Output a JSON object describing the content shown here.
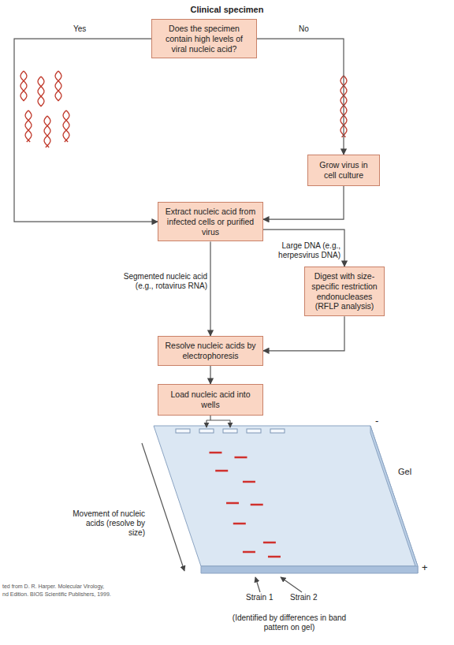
{
  "diagram": {
    "title": "Clinical specimen",
    "nodes": [
      {
        "text": [
          "Does the specimen contain high levels of viral nucleic acid?"
        ]
      },
      {
        "text": [
          "Grow virus in cell culture"
        ]
      },
      {
        "text": [
          "Extract nucleic acid from infected cells or purified virus"
        ]
      },
      {
        "text": [
          "Digest with size-specific restriction endonucleases (RFLP analysis)"
        ]
      },
      {
        "text": [
          "Resolve nucleic acids by electrophoresis"
        ]
      },
      {
        "text": [
          "Load nucleic acid into wells"
        ]
      }
    ],
    "edges": [
      {
        "from": 0,
        "to": 2,
        "arrow": "to",
        "label": "Yes"
      },
      {
        "from": 0,
        "to": 1,
        "arrow": "to",
        "label": "No"
      },
      {
        "from": 1,
        "to": 2,
        "arrow": "to"
      },
      {
        "from": 2,
        "to": 3,
        "arrow": "to",
        "label": "Large DNA (e.g., herpesvirus DNA)"
      },
      {
        "from": 2,
        "to": 4,
        "arrow": "to",
        "label": "Segmented nucleic acid (e.g., rotavirus RNA)"
      },
      {
        "from": 3,
        "to": 4,
        "arrow": "to"
      },
      {
        "from": 4,
        "to": 5,
        "arrow": "to"
      }
    ],
    "labels": [
      "Gel",
      "Movement of nucleic acids (resolve by size)",
      "Strain 1",
      "Strain 2",
      "(Identified by differences in band pattern on gel)",
      "-",
      "+",
      "ted from D. R. Harper. Molecular Virology,",
      "nd Edition. BIOS Scientific Publishers, 1999."
    ]
  }
}
